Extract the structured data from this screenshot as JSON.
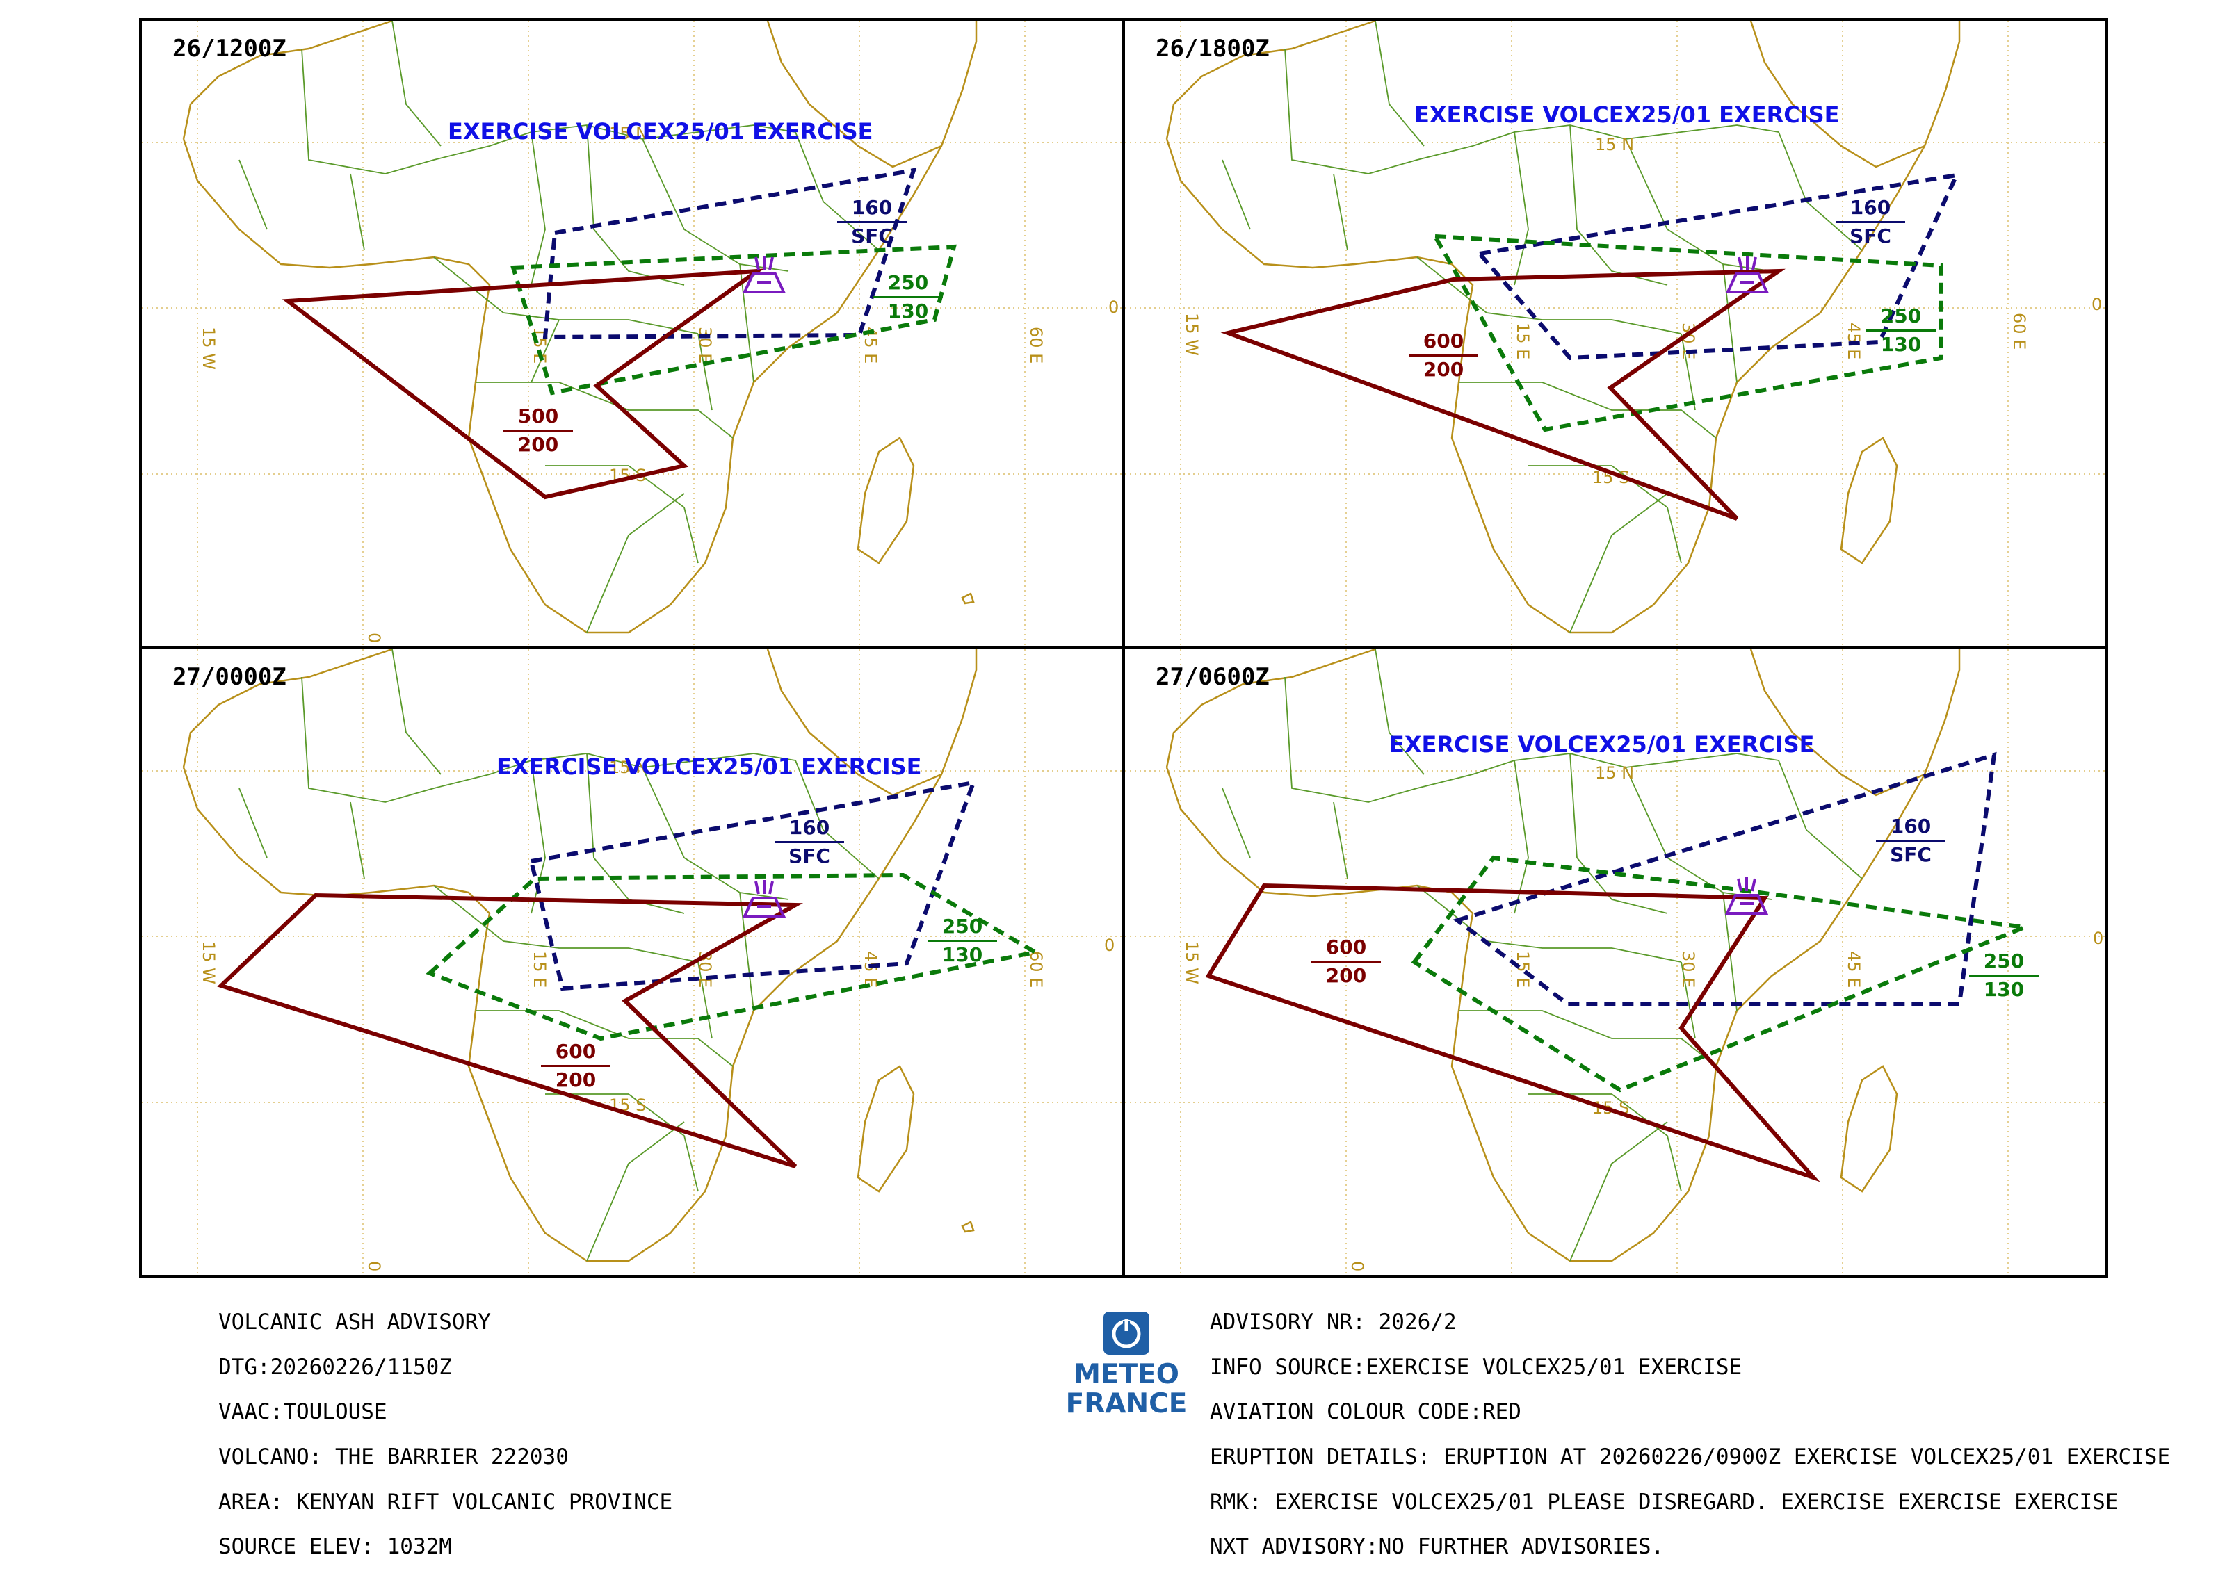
{
  "panels": [
    {
      "time": "26/1200Z",
      "banner": "EXERCISE VOLCEX25/01 EXERCISE",
      "labels": [
        {
          "color": "#0b0b6e",
          "top": "160",
          "bottom": "SFC"
        },
        {
          "color": "#0a7a0a",
          "top": "250",
          "bottom": "130"
        },
        {
          "color": "#7a0000",
          "top": "500",
          "bottom": "200"
        }
      ],
      "grid_labels": [
        "15 N",
        "0",
        "15 S",
        "15 W",
        "0",
        "15 E",
        "30 E",
        "45 E",
        "60 E"
      ]
    },
    {
      "time": "26/1800Z",
      "banner": "EXERCISE VOLCEX25/01 EXERCISE",
      "labels": [
        {
          "color": "#0b0b6e",
          "top": "160",
          "bottom": "SFC"
        },
        {
          "color": "#0a7a0a",
          "top": "250",
          "bottom": "130"
        },
        {
          "color": "#7a0000",
          "top": "600",
          "bottom": "200"
        }
      ],
      "grid_labels": [
        "15 N",
        "0",
        "15 S",
        "15 W",
        "15 E",
        "30 E",
        "45 E",
        "60 E"
      ]
    },
    {
      "time": "27/0000Z",
      "banner": "EXERCISE VOLCEX25/01 EXERCISE",
      "labels": [
        {
          "color": "#0b0b6e",
          "top": "160",
          "bottom": "SFC"
        },
        {
          "color": "#0a7a0a",
          "top": "250",
          "bottom": "130"
        },
        {
          "color": "#7a0000",
          "top": "600",
          "bottom": "200"
        }
      ],
      "grid_labels": [
        "15 N",
        "0",
        "15 S",
        "15 W",
        "0",
        "15 E",
        "30 E",
        "45 E",
        "60 E"
      ]
    },
    {
      "time": "27/0600Z",
      "banner": "EXERCISE VOLCEX25/01 EXERCISE",
      "labels": [
        {
          "color": "#0b0b6e",
          "top": "160",
          "bottom": "SFC"
        },
        {
          "color": "#0a7a0a",
          "top": "250",
          "bottom": "130"
        },
        {
          "color": "#7a0000",
          "top": "600",
          "bottom": "200"
        }
      ],
      "grid_labels": [
        "15 N",
        "0",
        "15 S",
        "15 W",
        "0",
        "15 E",
        "30 E",
        "45 E"
      ]
    }
  ],
  "advisory_left": [
    "VOLCANIC ASH ADVISORY",
    "DTG:20260226/1150Z",
    "VAAC:TOULOUSE",
    "VOLCANO: THE BARRIER 222030",
    "AREA: KENYAN RIFT VOLCANIC PROVINCE",
    "SOURCE ELEV: 1032M"
  ],
  "advisory_right": [
    "ADVISORY NR: 2026/2",
    "INFO SOURCE:EXERCISE VOLCEX25/01 EXERCISE",
    "AVIATION COLOUR CODE:RED",
    "ERUPTION DETAILS: ERUPTION AT 20260226/0900Z EXERCISE VOLCEX25/01 EXERCISE",
    "RMK: EXERCISE VOLCEX25/01 PLEASE  DISREGARD. EXERCISE EXERCISE  EXERCISE",
    "NXT ADVISORY:NO FURTHER ADVISORIES."
  ],
  "logo": {
    "line1": "METEO",
    "line2": "FRANCE",
    "icon": "meteo-france-logo-icon"
  },
  "colors": {
    "high": "#7a0000",
    "mid": "#0a7a0a",
    "low": "#0b0b6e",
    "banner": "#1010e6",
    "coast": "#b8901a",
    "border": "#5a9a2a",
    "volcano": "#7a1bbf"
  }
}
